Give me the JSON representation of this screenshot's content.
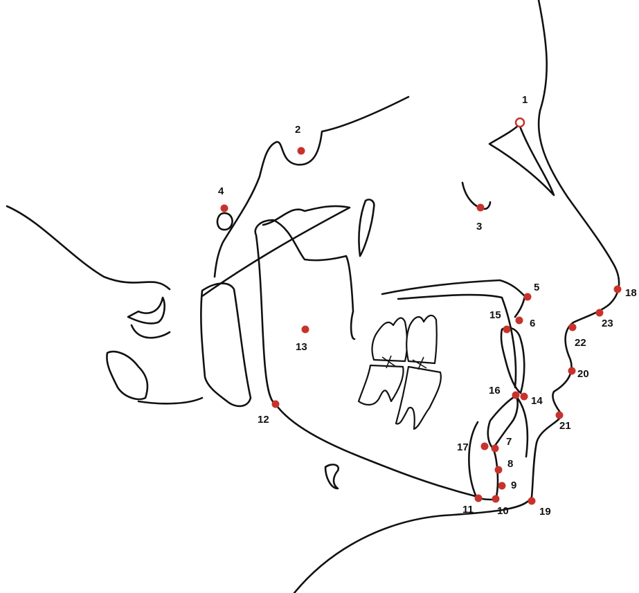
{
  "colors": {
    "landmark": "#c8322c",
    "line": "#111111",
    "background": "#ffffff"
  },
  "landmarks": [
    {
      "id": "1",
      "label": "1",
      "style": "ring"
    },
    {
      "id": "2",
      "label": "2"
    },
    {
      "id": "3",
      "label": "3"
    },
    {
      "id": "4",
      "label": "4"
    },
    {
      "id": "5",
      "label": "5"
    },
    {
      "id": "6",
      "label": "6"
    },
    {
      "id": "7",
      "label": "7"
    },
    {
      "id": "8",
      "label": "8"
    },
    {
      "id": "9",
      "label": "9"
    },
    {
      "id": "10",
      "label": "10"
    },
    {
      "id": "11",
      "label": "11"
    },
    {
      "id": "12",
      "label": "12"
    },
    {
      "id": "13",
      "label": "13"
    },
    {
      "id": "14",
      "label": "14"
    },
    {
      "id": "15",
      "label": "15"
    },
    {
      "id": "16",
      "label": "16"
    },
    {
      "id": "17",
      "label": "17"
    },
    {
      "id": "18",
      "label": "18"
    },
    {
      "id": "19",
      "label": "19"
    },
    {
      "id": "20",
      "label": "20"
    },
    {
      "id": "21",
      "label": "21"
    },
    {
      "id": "22",
      "label": "22"
    },
    {
      "id": "23",
      "label": "23"
    }
  ]
}
